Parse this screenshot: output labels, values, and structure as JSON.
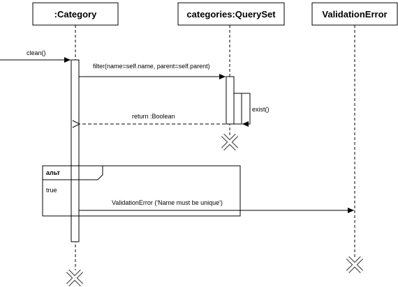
{
  "participants": [
    {
      "id": "category",
      "label": ":Category"
    },
    {
      "id": "queryset",
      "label": "categories:QuerySet"
    },
    {
      "id": "validation",
      "label": "ValidationError"
    }
  ],
  "messages": {
    "clean": "clean()",
    "filter": "filter(name=self.name, parent=self.parent)",
    "exist": "exist()",
    "return": "return :Boolean",
    "raise": "ValidationError ('Name must be unique')"
  },
  "fragment": {
    "operator": "альт",
    "guard": "true"
  },
  "colors": {
    "line": "#000000",
    "background": "#ffffff",
    "activation": "#ffffff",
    "destroy_stroke": "#555555"
  }
}
